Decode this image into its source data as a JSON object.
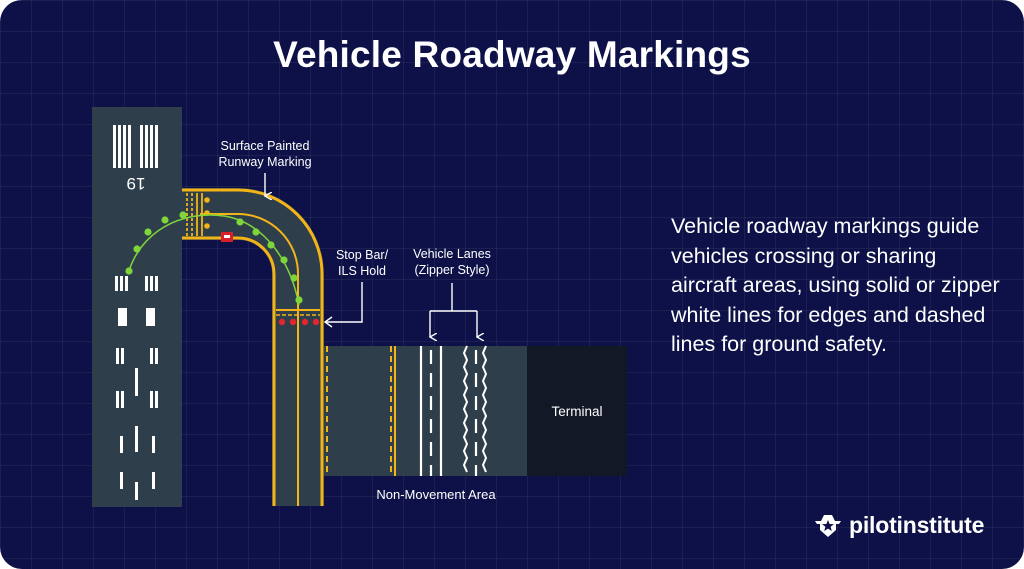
{
  "title": "Vehicle Roadway Markings",
  "description": "Vehicle roadway markings guide vehicles crossing or sharing aircraft areas, using solid or zipper white lines for edges and dashed lines for ground safety.",
  "runway": {
    "designator": "19"
  },
  "callouts": {
    "surface_painted": [
      "Surface Painted",
      "Runway Marking"
    ],
    "stop_bar": [
      "Stop Bar/",
      "ILS Hold"
    ],
    "vehicle_lanes": [
      "Vehicle Lanes",
      "(Zipper Style)"
    ]
  },
  "areas": {
    "terminal": "Terminal",
    "non_movement": "Non-Movement Area"
  },
  "brand": {
    "name": "pilotinstitute"
  },
  "colors": {
    "background": "#0d1147",
    "pavement": "#2e3e4a",
    "terminal": "#121826",
    "taxiway_edge": "#f2b418",
    "centerline_lights": "#7fd63a",
    "stop_bar_lights": "#e0262e",
    "ils_hold_sign": "#d6202a"
  }
}
